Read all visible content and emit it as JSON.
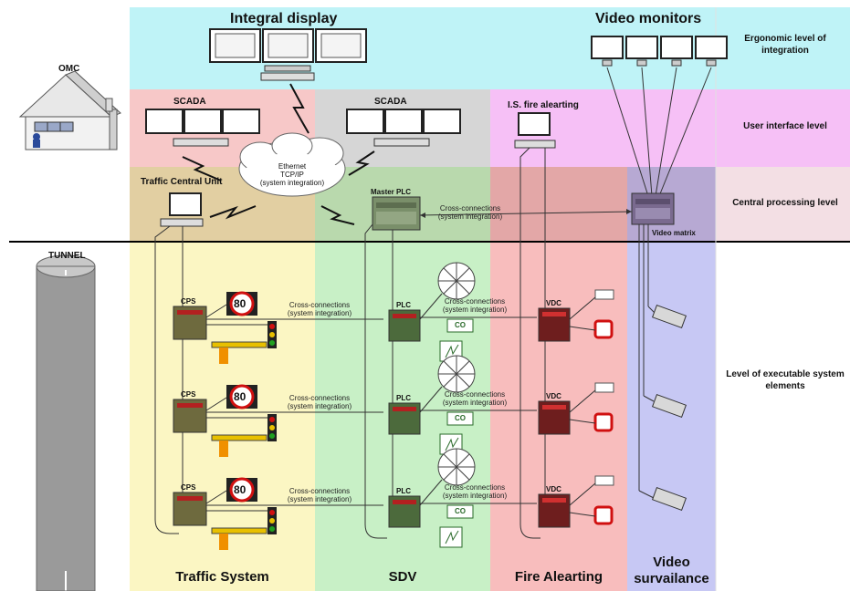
{
  "levels": {
    "ergonomic": "Ergonomic level of integration",
    "user_interface": "User interface level",
    "central_processing": "Central processing level",
    "executable": "Level of executable system elements"
  },
  "top": {
    "integral_display": "Integral display",
    "video_monitors": "Video monitors",
    "omc": "OMC",
    "tunnel": "TUNNEL"
  },
  "ui_level": {
    "scada_left": "SCADA",
    "scada_mid": "SCADA",
    "fire_alerting": "I.S. fire alearting",
    "cloud_line1": "Ethernet",
    "cloud_line2": "TCP/IP",
    "cloud_line3": "(system integration)"
  },
  "central": {
    "traffic_central_unit": "Traffic Central Unit",
    "master_plc": "Master PLC",
    "cross_line1": "Cross-connections",
    "cross_line2": "(system integration)",
    "video_matrix": "Video matrix"
  },
  "devices": {
    "cps": "CPS",
    "plc": "PLC",
    "vdc": "VDC",
    "speed": "80",
    "co": "CO"
  },
  "cross": {
    "line1": "Cross-connections",
    "line2": "(system integration)"
  },
  "columns": {
    "traffic": "Traffic System",
    "sdv": "SDV",
    "fire": "Fire Alearting",
    "video_line1": "Video",
    "video_line2": "survailance"
  },
  "colors": {
    "cyan": "#bff3f7",
    "pink": "#f7c8c8",
    "gray": "#d3d3d3",
    "magenta": "#f6c0f6",
    "central": "#cfe3c0",
    "yellow": "#fbf6c3",
    "green": "#c8f0c6",
    "red": "#f8bdbd",
    "blue": "#c7c8f4"
  }
}
